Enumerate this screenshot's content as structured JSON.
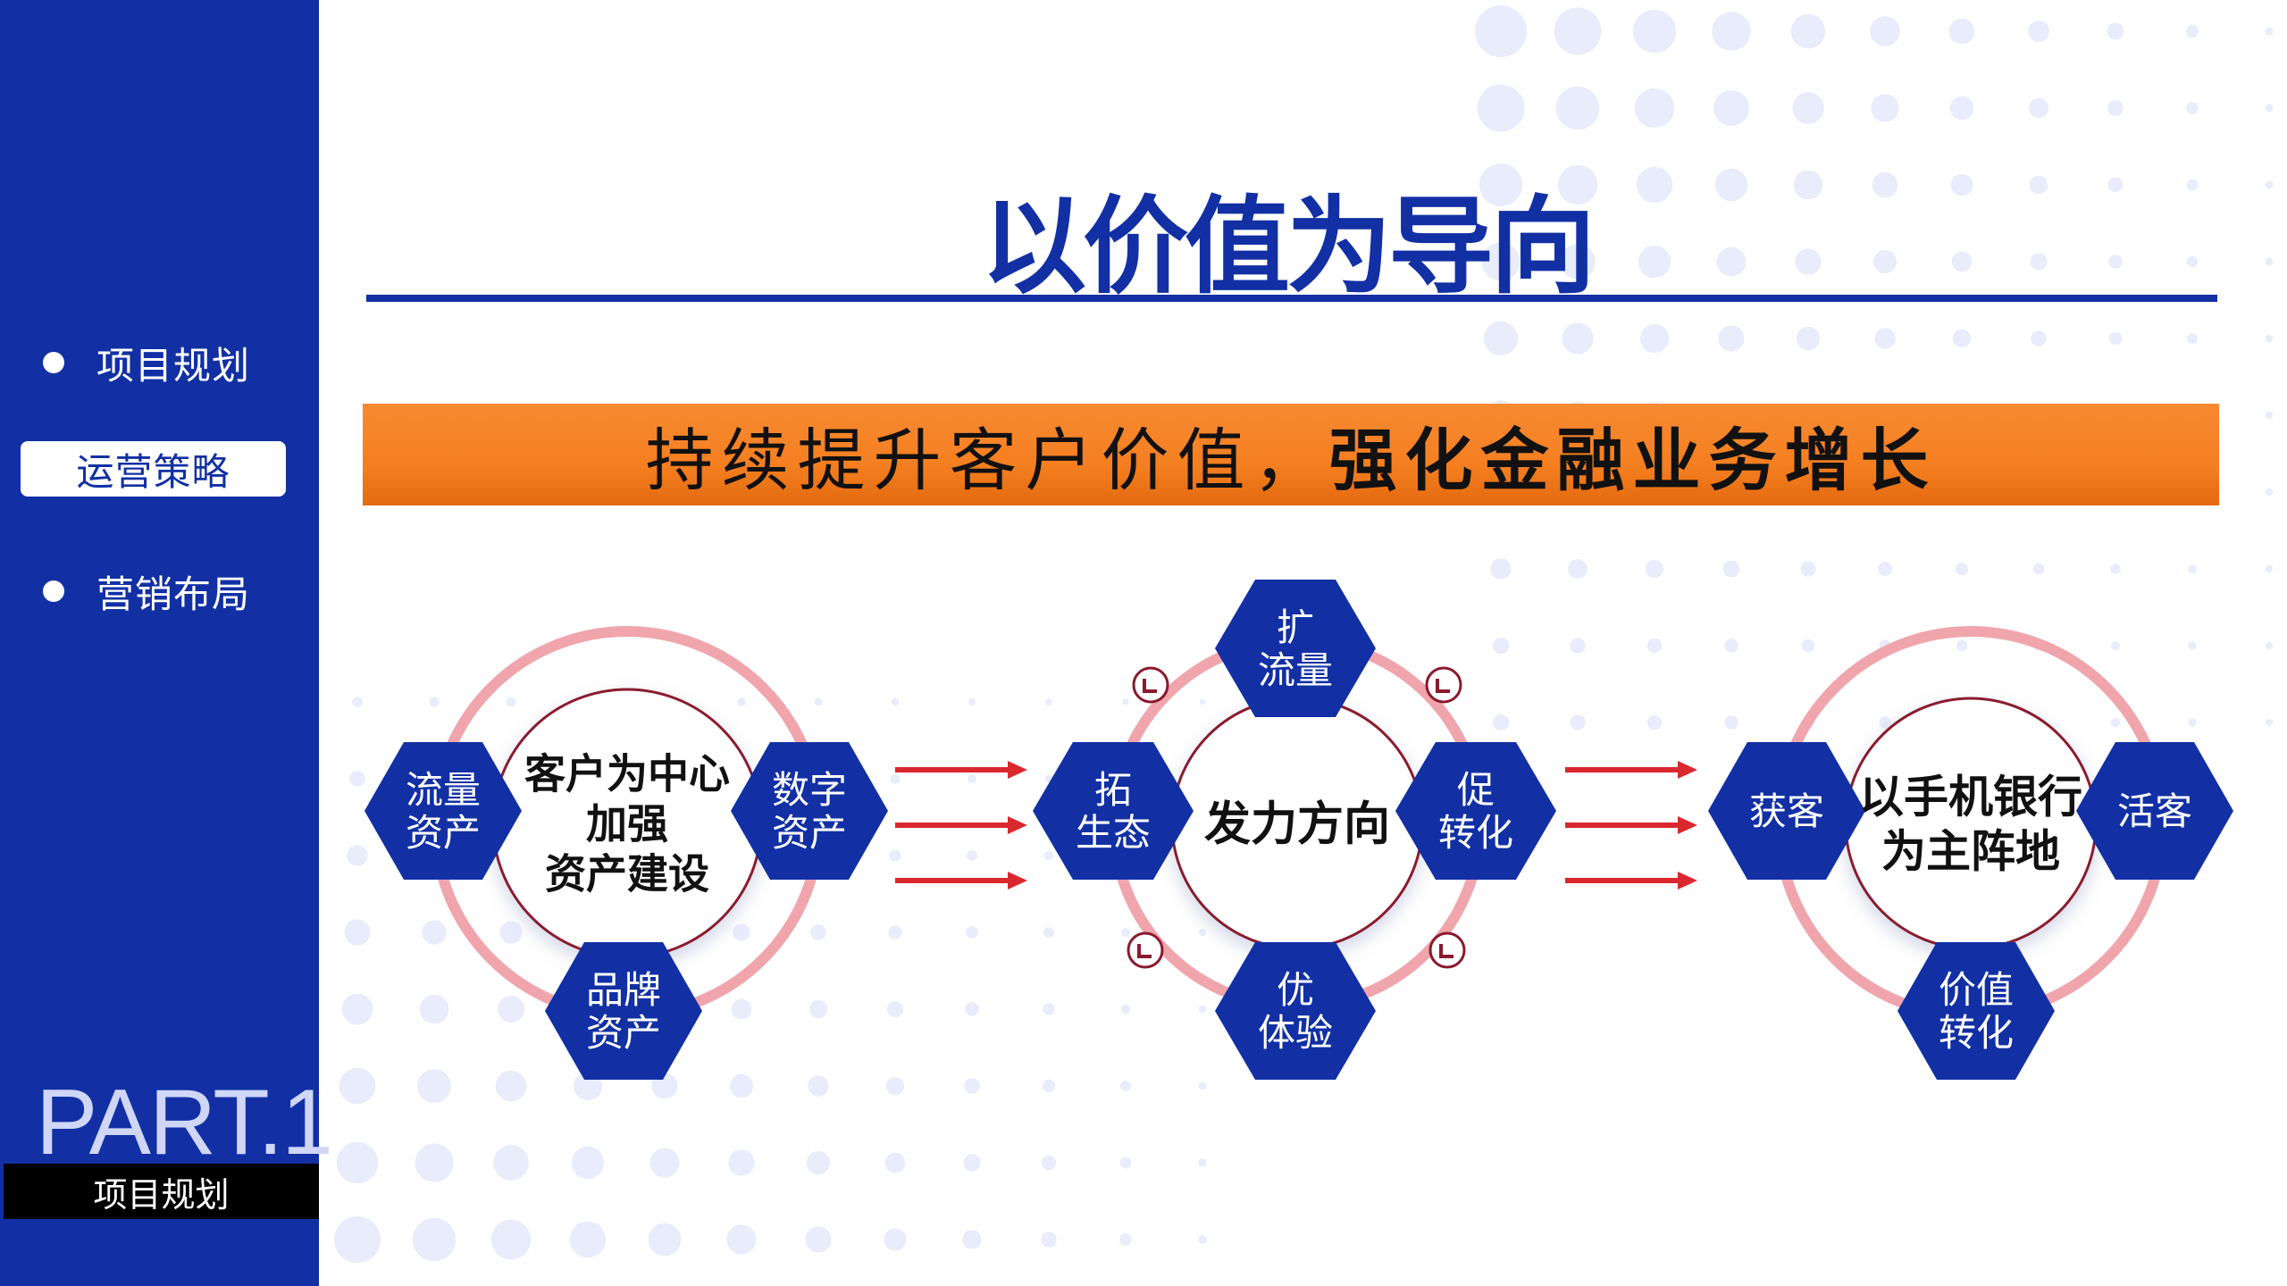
{
  "sidebar": {
    "nav_items": [
      {
        "label": "项目规划",
        "active": false
      },
      {
        "label": "运营策略",
        "active": true
      },
      {
        "label": "营销布局",
        "active": false
      }
    ],
    "part_label": "PART.1",
    "part_caption": "项目规划"
  },
  "header": {
    "title": "以价值为导向"
  },
  "banner": {
    "text_normal": "持续提升客户价值，",
    "text_bold": "强化金融业务增长"
  },
  "diagram": {
    "groups": [
      {
        "center_lines": [
          "客户为中心",
          "加强",
          "资产建设"
        ],
        "hexagons": [
          {
            "position": "left",
            "lines": [
              "流量",
              "资产"
            ]
          },
          {
            "position": "right",
            "lines": [
              "数字",
              "资产"
            ]
          },
          {
            "position": "bottom",
            "lines": [
              "品牌",
              "资产"
            ]
          }
        ]
      },
      {
        "center_lines": [
          "发力方向"
        ],
        "hexagons": [
          {
            "position": "top",
            "lines": [
              "扩",
              "流量"
            ]
          },
          {
            "position": "left",
            "lines": [
              "拓",
              "生态"
            ]
          },
          {
            "position": "right",
            "lines": [
              "促",
              "转化"
            ]
          },
          {
            "position": "bottom",
            "lines": [
              "优",
              "体验"
            ]
          }
        ]
      },
      {
        "center_lines": [
          "以手机银行",
          "为主阵地"
        ],
        "hexagons": [
          {
            "position": "left",
            "lines": [
              "获客"
            ]
          },
          {
            "position": "right",
            "lines": [
              "活客"
            ]
          },
          {
            "position": "bottom",
            "lines": [
              "价值",
              "转化"
            ]
          }
        ]
      }
    ]
  },
  "colors": {
    "primary_blue": "#1230a4",
    "orange": "#f47f20",
    "ring_pink": "#f0a5ad",
    "arrow_red": "#d9282e",
    "center_border": "#8a1a2e"
  }
}
